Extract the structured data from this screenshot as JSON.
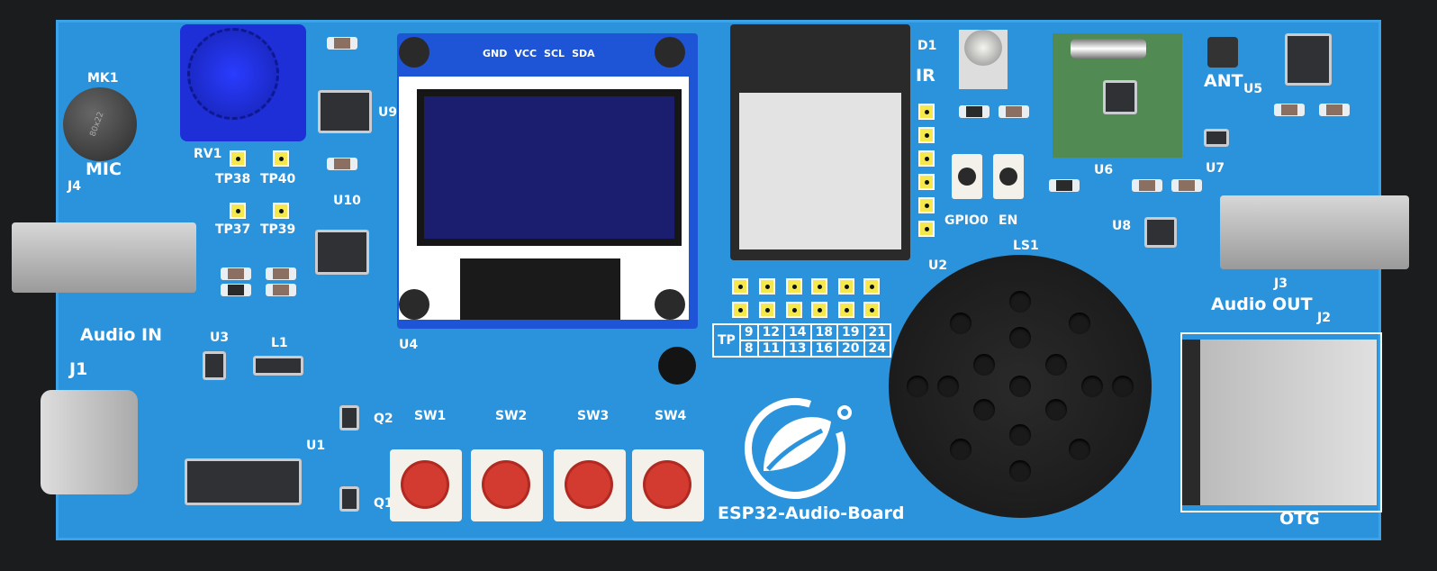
{
  "board_name": "ESP32-Audio-Board",
  "labels": {
    "mk1": "MK1",
    "mic": "MIC",
    "mic_body": "80x22",
    "rv1": "RV1",
    "tp38": "TP38",
    "tp40": "TP40",
    "tp37": "TP37",
    "tp39": "TP39",
    "u9": "U9",
    "u10": "U10",
    "j4": "J4",
    "audio_in": "Audio IN",
    "u3": "U3",
    "l1": "L1",
    "j1": "J1",
    "u1": "U1",
    "q2": "Q2",
    "q1": "Q1",
    "u4": "U4",
    "d1": "D1",
    "ir": "IR",
    "gpio0": "GPIO0",
    "en": "EN",
    "u2": "U2",
    "u6": "U6",
    "ant": "ANT",
    "u5": "U5",
    "u7": "U7",
    "u8": "U8",
    "j3": "J3",
    "audio_out": "Audio OUT",
    "j2": "J2",
    "otg": "OTG",
    "ls1": "LS1"
  },
  "oled_pins": [
    "GND",
    "VCC",
    "SCL",
    "SDA"
  ],
  "switches": [
    "SW1",
    "SW2",
    "SW3",
    "SW4"
  ],
  "tp_table": {
    "label": "TP",
    "row1": [
      "9",
      "12",
      "14",
      "18",
      "19",
      "21"
    ],
    "row2": [
      "8",
      "11",
      "13",
      "16",
      "20",
      "24"
    ]
  },
  "colors": {
    "board": "#2b93dc",
    "silkscreen": "#ffffff",
    "testpoint": "#f4e84a",
    "button": "#d33a30"
  }
}
